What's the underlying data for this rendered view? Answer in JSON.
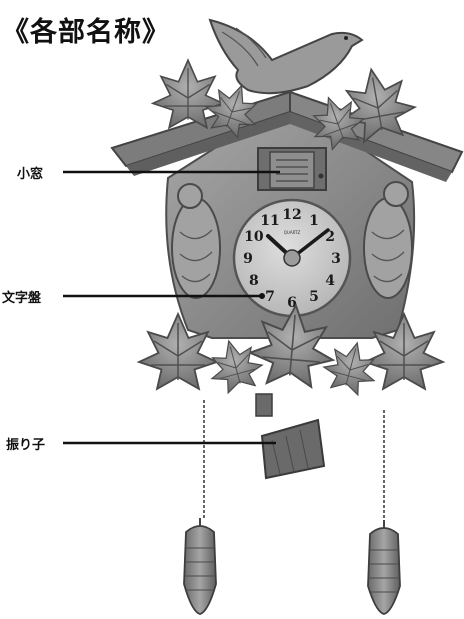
{
  "title": "《各部名称》",
  "labels": {
    "window": "小窓",
    "dial": "文字盤",
    "pendulum": "振り子"
  },
  "dial_numbers": [
    "12",
    "1",
    "2",
    "3",
    "4",
    "5",
    "6",
    "7",
    "8",
    "9",
    "10",
    "11"
  ],
  "dial_brand": "QUARTZ",
  "colors": {
    "leader": "#111111",
    "wood": "#8c8c8c",
    "wood_dark": "#5a5a5a",
    "dial_face": "#c9c9c9"
  }
}
